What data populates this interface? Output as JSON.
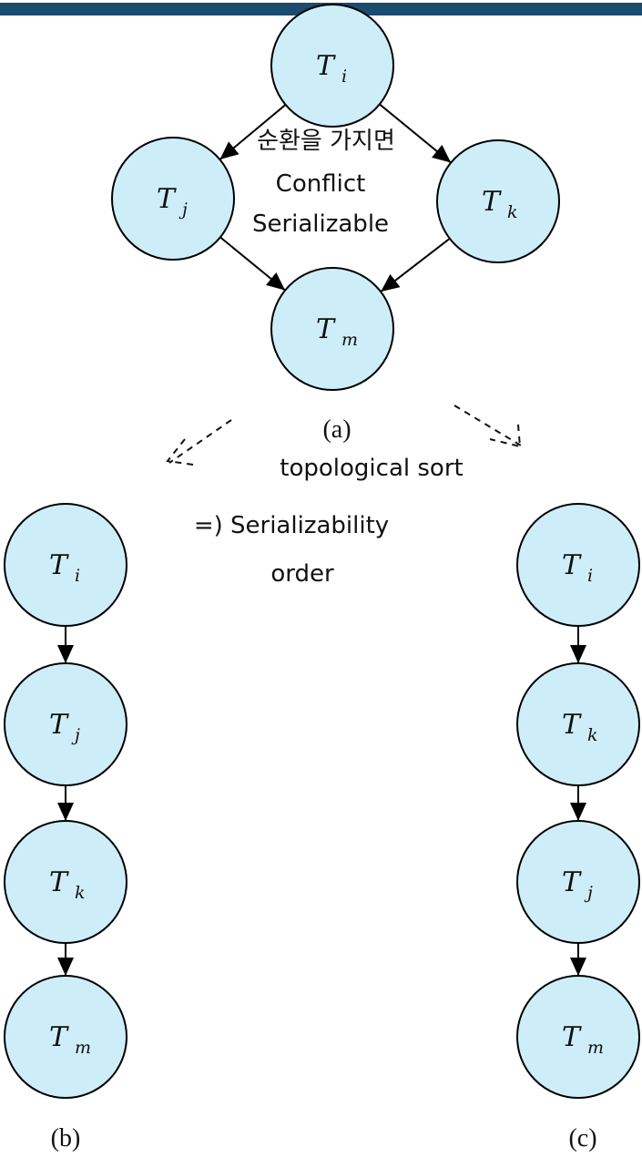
{
  "header": {
    "bar_color": "#1b4b6e"
  },
  "colors": {
    "node_fill": "#cdeef9",
    "node_stroke": "#000000",
    "edge": "#000000"
  },
  "graphs": {
    "a": {
      "caption": "(a)",
      "nodes": [
        {
          "id": "Ti",
          "base": "T",
          "sub": "i"
        },
        {
          "id": "Tj",
          "base": "T",
          "sub": "j"
        },
        {
          "id": "Tk",
          "base": "T",
          "sub": "k"
        },
        {
          "id": "Tm",
          "base": "T",
          "sub": "m"
        }
      ],
      "edges": [
        [
          "Ti",
          "Tj"
        ],
        [
          "Ti",
          "Tk"
        ],
        [
          "Tj",
          "Tm"
        ],
        [
          "Tk",
          "Tm"
        ]
      ]
    },
    "b": {
      "caption": "(b)",
      "order": [
        {
          "id": "Ti",
          "base": "T",
          "sub": "i"
        },
        {
          "id": "Tj",
          "base": "T",
          "sub": "j"
        },
        {
          "id": "Tk",
          "base": "T",
          "sub": "k"
        },
        {
          "id": "Tm",
          "base": "T",
          "sub": "m"
        }
      ]
    },
    "c": {
      "caption": "(c)",
      "order": [
        {
          "id": "Ti",
          "base": "T",
          "sub": "i"
        },
        {
          "id": "Tk",
          "base": "T",
          "sub": "k"
        },
        {
          "id": "Tj",
          "base": "T",
          "sub": "j"
        },
        {
          "id": "Tm",
          "base": "T",
          "sub": "m"
        }
      ]
    }
  },
  "annotations": {
    "cycle_note_line1": "순환을 가지면",
    "cycle_note_line2": "Conflict",
    "cycle_note_line3": "Serializable",
    "topo_line1": "topological sort",
    "topo_line2": "=) Serializability",
    "topo_line3": "order"
  }
}
